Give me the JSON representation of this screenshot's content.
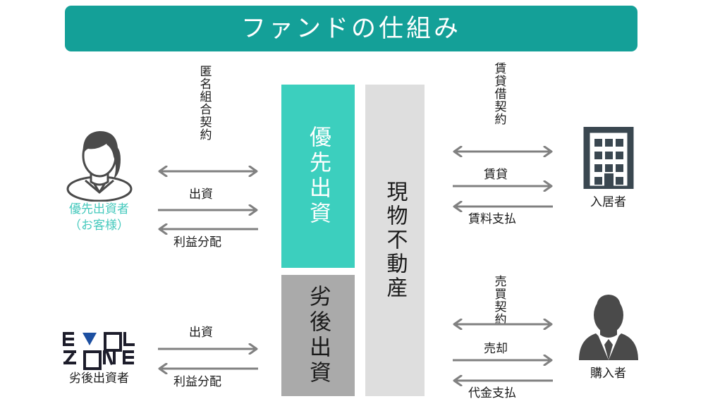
{
  "title": {
    "text": "ファンドの仕組み"
  },
  "colors": {
    "banner": "#14a098",
    "senior_column": "#3ccfbe",
    "junior_column": "#aaaaaa",
    "property_column": "#dedede",
    "teal_text": "#45c9bd",
    "arrow": "#808080",
    "icon_dark": "#3a4750",
    "logo_blue": "#1c4fa1"
  },
  "columns": {
    "senior": {
      "label": "優先出資"
    },
    "junior": {
      "label": "劣後出資"
    },
    "property": {
      "label": "現物不動産"
    }
  },
  "actors": {
    "senior_investor": {
      "label_line1": "優先出資者",
      "label_line2": "（お客様）",
      "icon": "woman-avatar-icon"
    },
    "junior_investor": {
      "logo_line1": "EVOL",
      "logo_line2": "ZONE",
      "label": "劣後出資者",
      "icon": "evol-zone-logo"
    },
    "tenant": {
      "label": "入居者",
      "icon": "apartment-building-icon"
    },
    "buyer": {
      "label": "購入者",
      "icon": "businessman-avatar-icon"
    }
  },
  "flows": {
    "left_top": [
      {
        "label": "匿名組合契約",
        "direction": "both",
        "orientation": "vertical"
      },
      {
        "label": "出資",
        "direction": "right",
        "orientation": "horizontal"
      },
      {
        "label": "利益分配",
        "direction": "left",
        "orientation": "horizontal"
      }
    ],
    "left_bottom": [
      {
        "label": "出資",
        "direction": "right",
        "orientation": "horizontal"
      },
      {
        "label": "利益分配",
        "direction": "left",
        "orientation": "horizontal"
      }
    ],
    "right_top": [
      {
        "label": "賃貸借契約",
        "direction": "both",
        "orientation": "vertical"
      },
      {
        "label": "賃貸",
        "direction": "right",
        "orientation": "horizontal"
      },
      {
        "label": "賃料支払",
        "direction": "left",
        "orientation": "horizontal"
      }
    ],
    "right_bottom": [
      {
        "label": "売買契約",
        "direction": "both",
        "orientation": "vertical"
      },
      {
        "label": "売却",
        "direction": "right",
        "orientation": "horizontal"
      },
      {
        "label": "代金支払",
        "direction": "left",
        "orientation": "horizontal"
      }
    ]
  }
}
